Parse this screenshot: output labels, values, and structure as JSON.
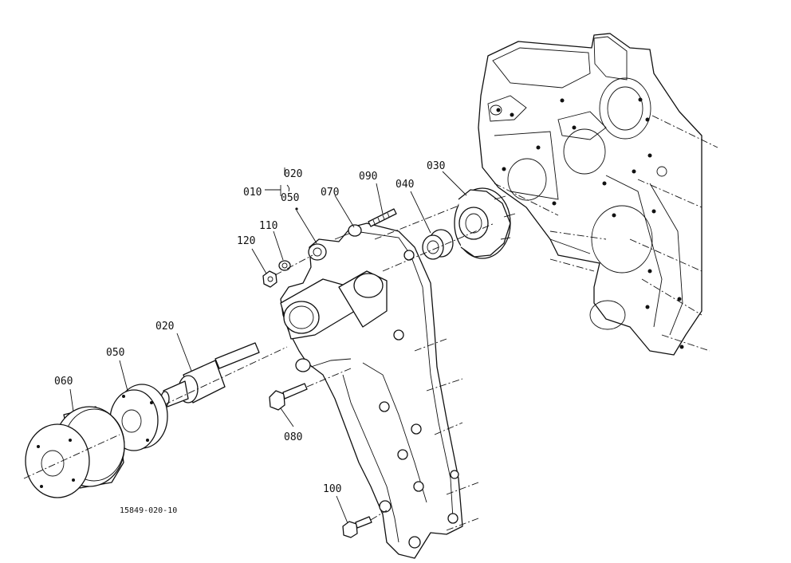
{
  "diagram": {
    "drawing_number": "15849-020-10",
    "callouts": [
      {
        "id": "010",
        "label": "010"
      },
      {
        "id": "020_top",
        "label": "020"
      },
      {
        "id": "050_top",
        "label": "050"
      },
      {
        "id": "070",
        "label": "070"
      },
      {
        "id": "090",
        "label": "090"
      },
      {
        "id": "040",
        "label": "040"
      },
      {
        "id": "030",
        "label": "030"
      },
      {
        "id": "110",
        "label": "110"
      },
      {
        "id": "120",
        "label": "120"
      },
      {
        "id": "020",
        "label": "020"
      },
      {
        "id": "050",
        "label": "050"
      },
      {
        "id": "060",
        "label": "060"
      },
      {
        "id": "080",
        "label": "080"
      },
      {
        "id": "100",
        "label": "100"
      }
    ]
  }
}
